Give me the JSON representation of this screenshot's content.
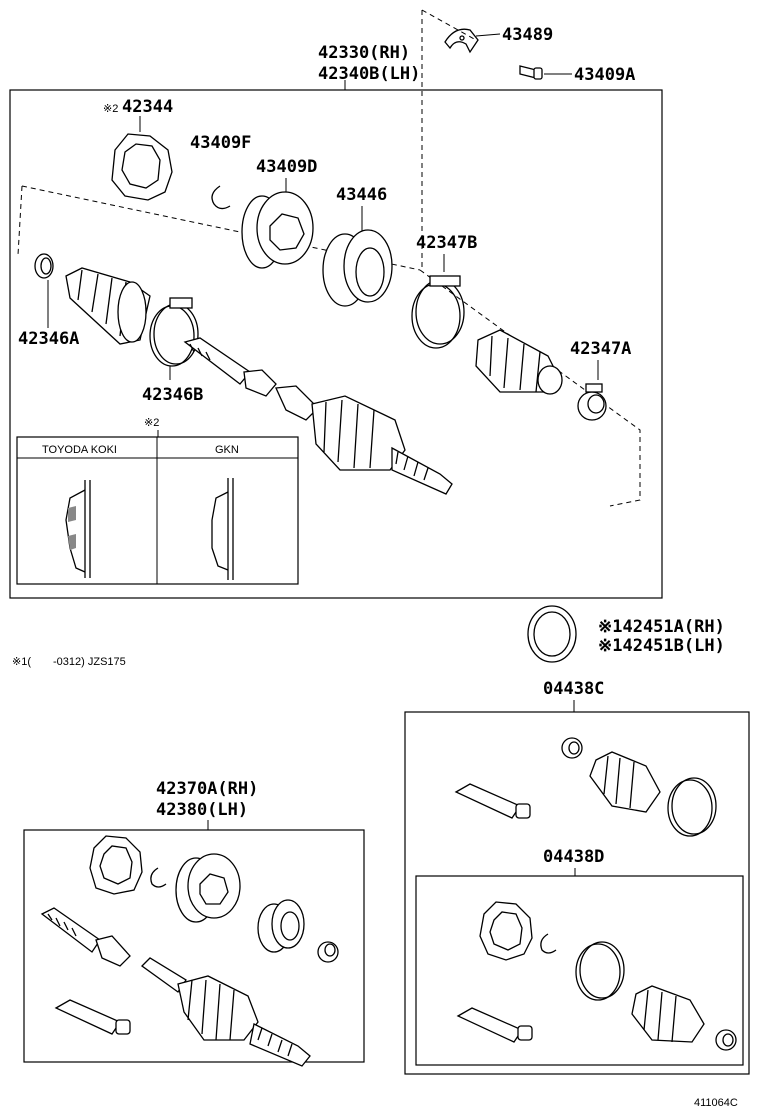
{
  "labels": {
    "p43489": "43489",
    "p43409a": "43409A",
    "p42330": "42330(RH)",
    "p42340b": "42340B(LH)",
    "p42344": "42344",
    "p42344_mark": "※2",
    "p43409f": "43409F",
    "p43409d": "43409D",
    "p43446": "43446",
    "p42347b": "42347B",
    "p42346a": "42346A",
    "p42347a": "42347A",
    "p42346b": "42346B",
    "inset_mark": "※2",
    "p42451a": "※142451A(RH)",
    "p42451b": "※142451B(LH)",
    "p04438c": "04438C",
    "p04438d": "04438D",
    "p42370a": "42370A(RH)",
    "p42380": "42380(LH)",
    "footnote": "※1(　　-0312) JZS175",
    "diagram_id": "411064C"
  },
  "inset": {
    "left_title": "TOYODA KOKI",
    "right_title": "GKN"
  }
}
